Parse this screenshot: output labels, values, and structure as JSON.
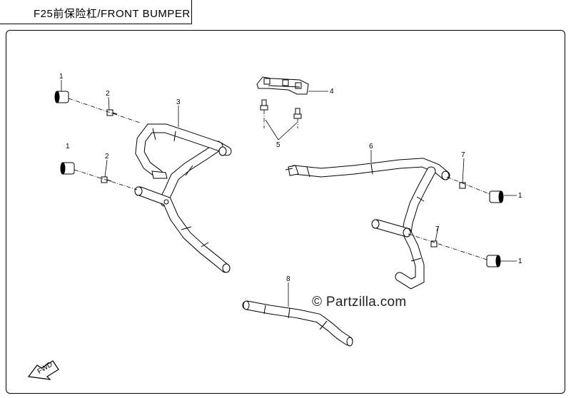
{
  "diagram": {
    "title": "F25前保险杠/FRONT BUMPER",
    "watermark": "© Partzilla.com",
    "fwd_label": "FWD",
    "callouts": [
      "1",
      "2",
      "3",
      "1",
      "2",
      "4",
      "5",
      "6",
      "7",
      "1",
      "7",
      "1",
      "8"
    ]
  }
}
